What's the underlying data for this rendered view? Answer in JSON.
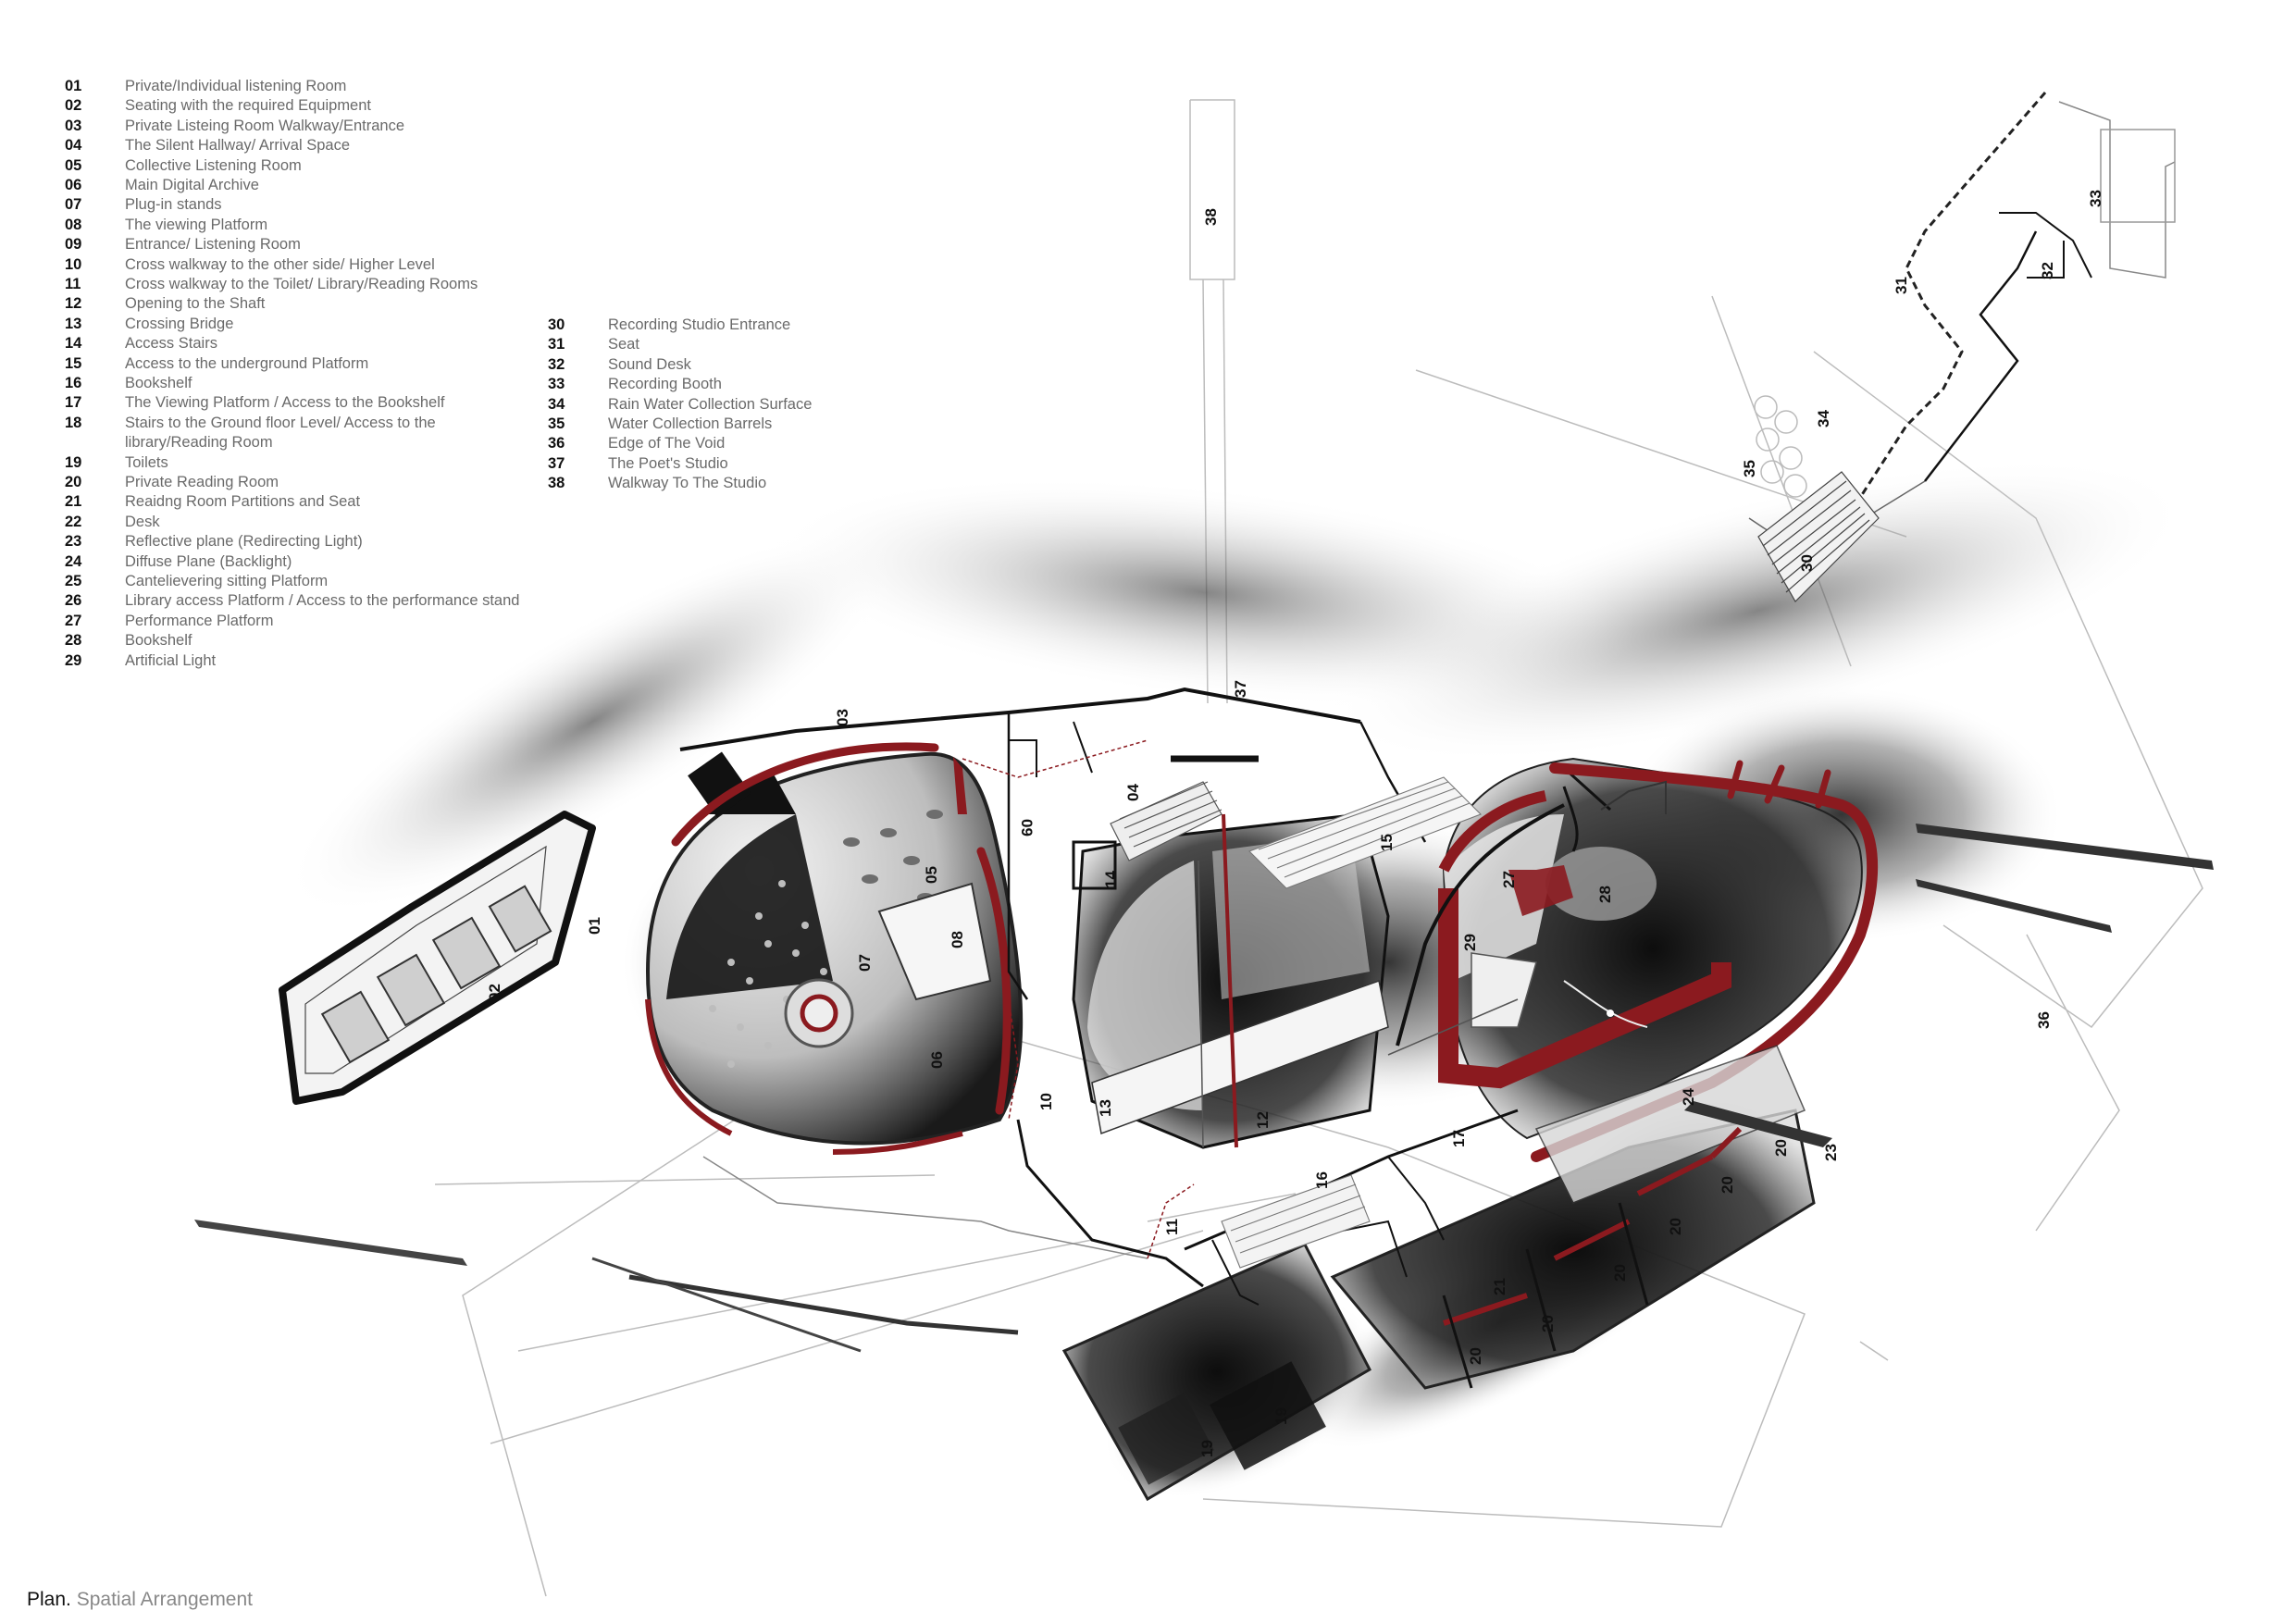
{
  "legend_left": [
    {
      "num": "01",
      "text": "Private/Individual listening Room"
    },
    {
      "num": "02",
      "text": "Seating with the required Equipment"
    },
    {
      "num": "03",
      "text": "Private Listeing Room Walkway/Entrance"
    },
    {
      "num": "04",
      "text": "The Silent Hallway/ Arrival Space"
    },
    {
      "num": "05",
      "text": "Collective Listening Room"
    },
    {
      "num": "06",
      "text": "Main Digital Archive"
    },
    {
      "num": "07",
      "text": "Plug-in stands"
    },
    {
      "num": "08",
      "text": "The viewing Platform"
    },
    {
      "num": "09",
      "text": "Entrance/ Listening Room"
    },
    {
      "num": "10",
      "text": "Cross walkway to the other side/ Higher Level"
    },
    {
      "num": "11",
      "text": "Cross walkway to the Toilet/ Library/Reading Rooms"
    },
    {
      "num": "12",
      "text": "Opening to the Shaft"
    },
    {
      "num": "13",
      "text": "Crossing Bridge"
    },
    {
      "num": "14",
      "text": "Access Stairs"
    },
    {
      "num": "15",
      "text": "Access to the underground Platform"
    },
    {
      "num": "16",
      "text": "Bookshelf"
    },
    {
      "num": "17",
      "text": "The Viewing Platform / Access to the Bookshelf"
    },
    {
      "num": "18",
      "text": "Stairs to the Ground floor Level/ Access to the",
      "text2": "library/Reading Room"
    },
    {
      "num": "19",
      "text": "Toilets"
    },
    {
      "num": "20",
      "text": "Private Reading Room"
    },
    {
      "num": "21",
      "text": "Reaidng Room Partitions and Seat"
    },
    {
      "num": "22",
      "text": "Desk"
    },
    {
      "num": "23",
      "text": "Reflective plane (Redirecting Light)"
    },
    {
      "num": "24",
      "text": "Diffuse Plane (Backlight)"
    },
    {
      "num": "25",
      "text": "Cantelievering sitting Platform"
    },
    {
      "num": "26",
      "text": "Library access Platform / Access to the performance stand"
    },
    {
      "num": "27",
      "text": "Performance Platform"
    },
    {
      "num": "28",
      "text": "Bookshelf"
    },
    {
      "num": "29",
      "text": "Artificial Light"
    }
  ],
  "legend_right": [
    {
      "num": "30",
      "text": "Recording Studio Entrance"
    },
    {
      "num": "31",
      "text": "Seat"
    },
    {
      "num": "32",
      "text": "Sound Desk"
    },
    {
      "num": "33",
      "text": "Recording Booth"
    },
    {
      "num": "34",
      "text": "Rain Water Collection Surface"
    },
    {
      "num": "35",
      "text": "Water Collection Barrels"
    },
    {
      "num": "36",
      "text": "Edge of The Void"
    },
    {
      "num": "37",
      "text": "The Poet's Studio"
    },
    {
      "num": "38",
      "text": "Walkway To The Studio"
    }
  ],
  "caption": {
    "title": "Plan.",
    "subtitle": "Spatial Arrangement"
  },
  "plan_labels": [
    "01",
    "02",
    "03",
    "04",
    "05",
    "06",
    "07",
    "08",
    "09",
    "10",
    "11",
    "12",
    "13",
    "14",
    "15",
    "16",
    "17",
    "19",
    "19",
    "20",
    "20",
    "20",
    "20",
    "20",
    "20",
    "21",
    "23",
    "24",
    "27",
    "28",
    "29",
    "30",
    "31",
    "32",
    "33",
    "34",
    "35",
    "36",
    "37",
    "38"
  ],
  "colors": {
    "accent_red": "#8b1a1f",
    "wall": "#111111",
    "thin_line": "#9a9a9a",
    "shadow": "#2a2a2a"
  }
}
